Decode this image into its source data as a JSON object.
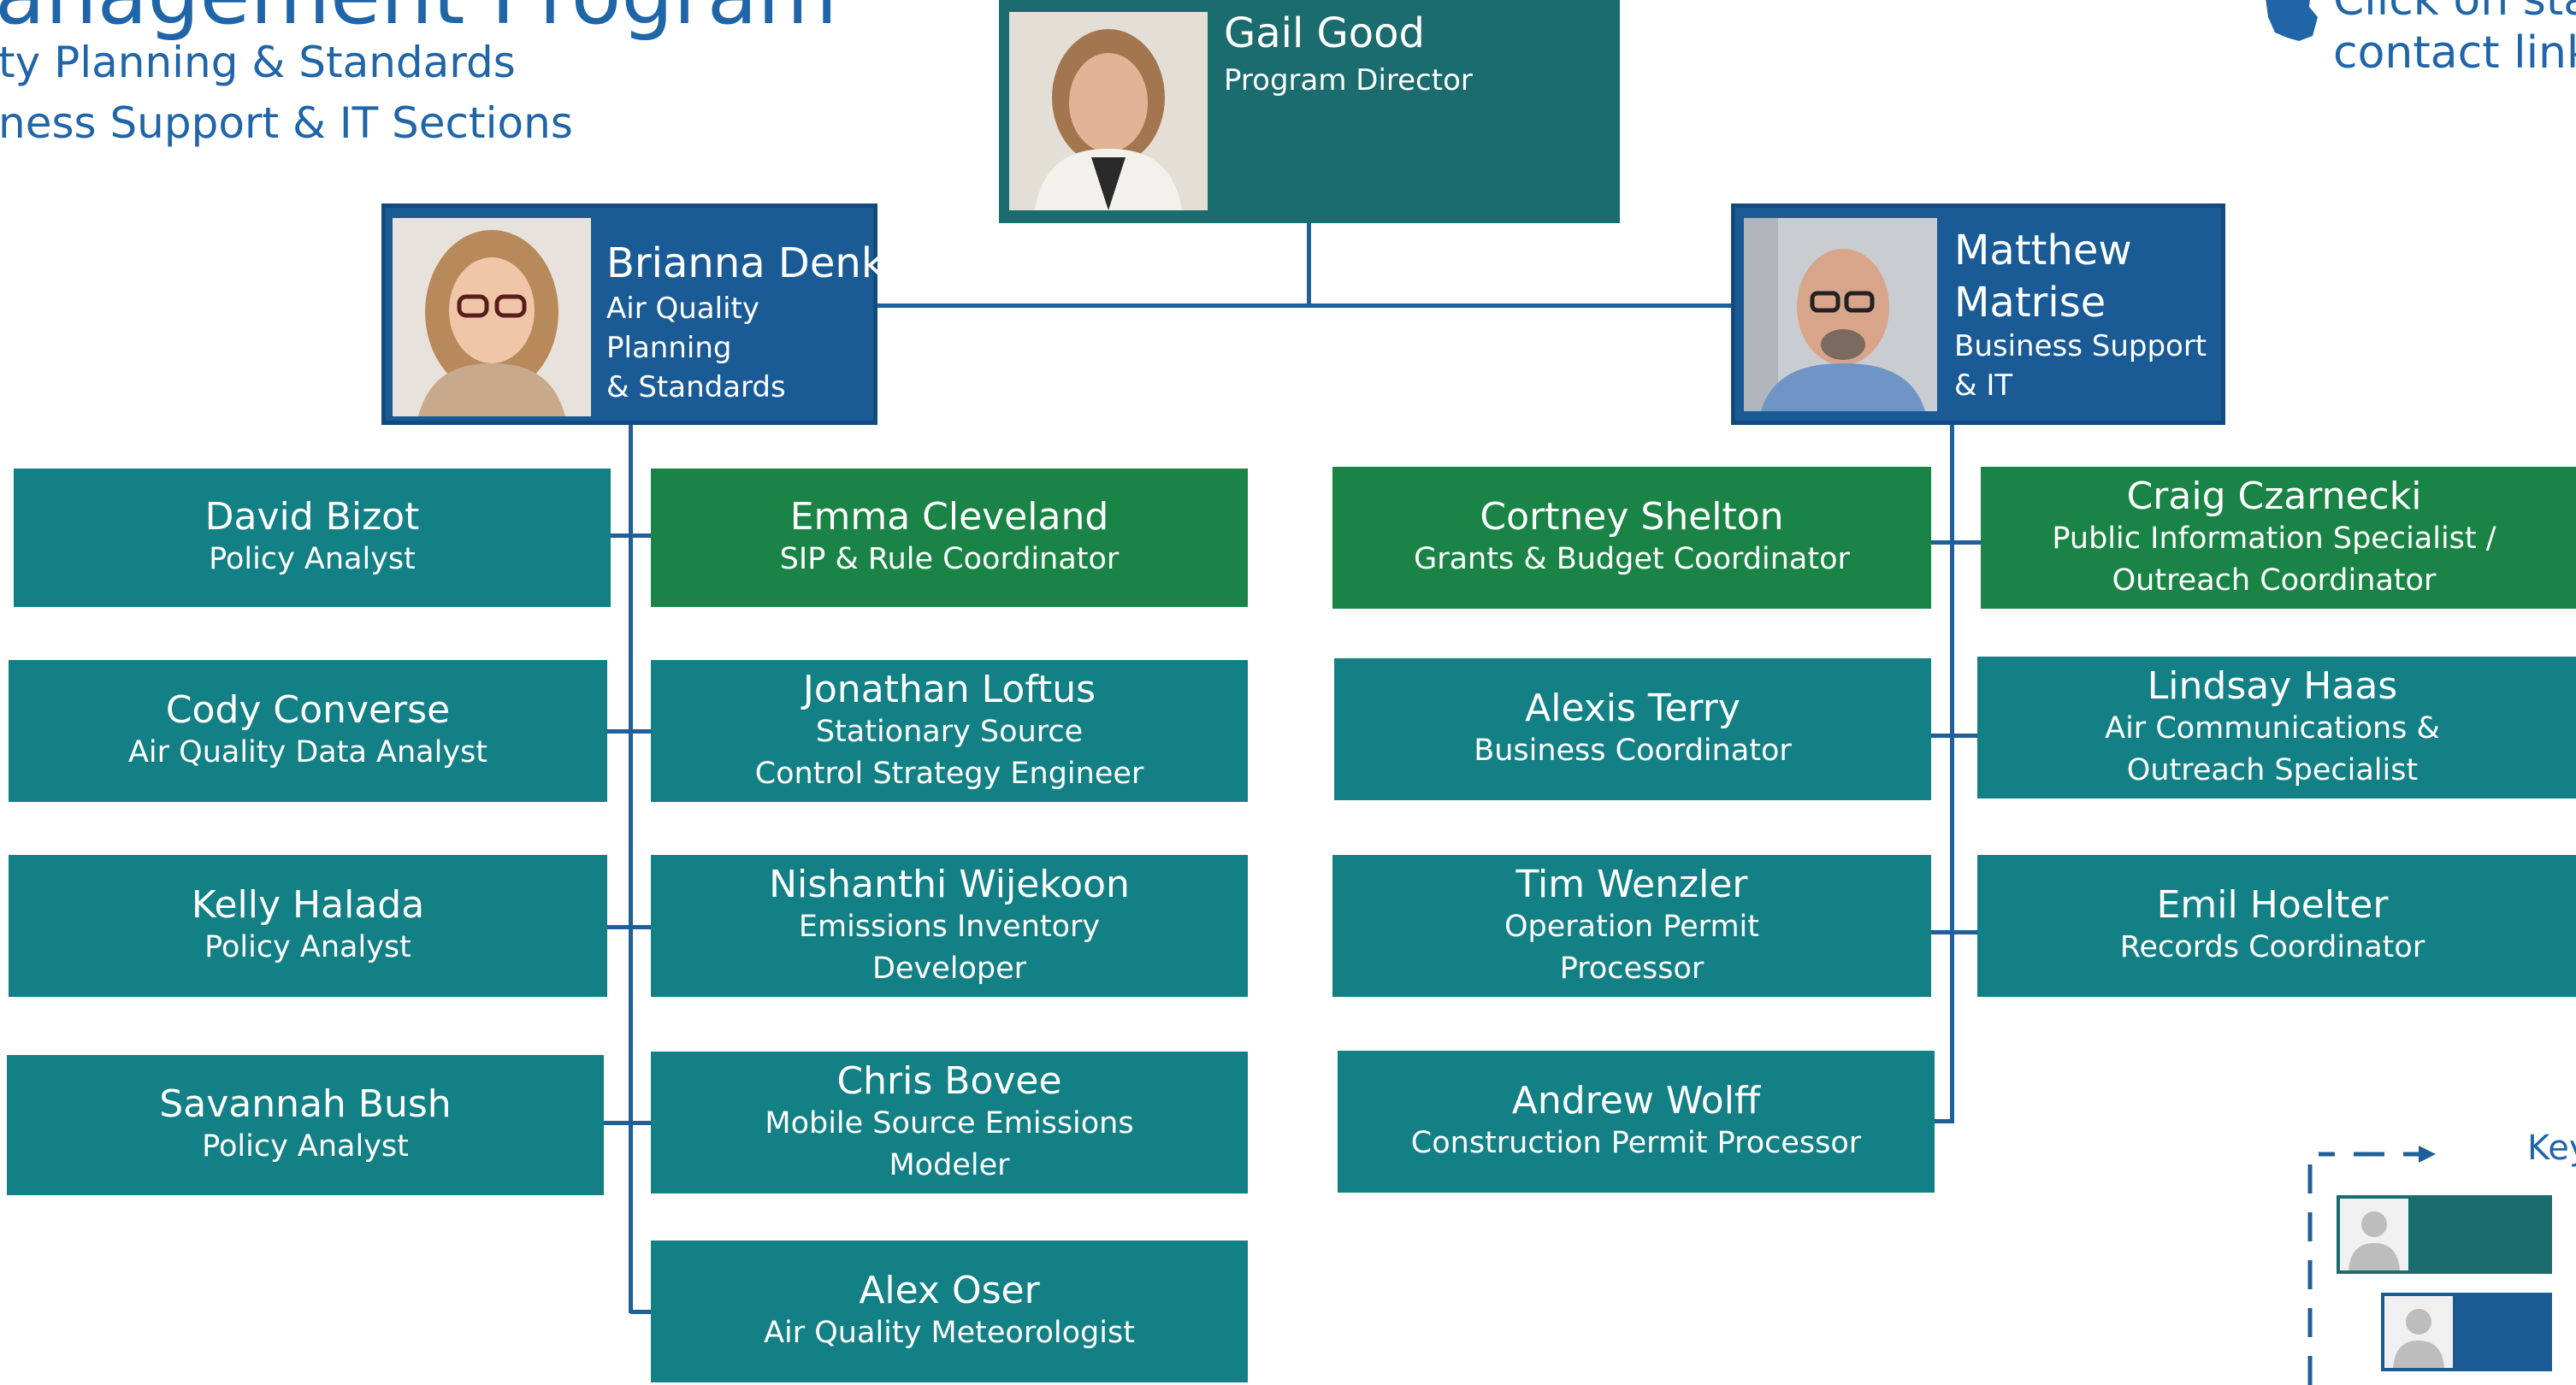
{
  "header": {
    "title_fragment": "anagement Program",
    "line1": "ty Planning & Standards",
    "line2": "ness Support & IT Sections",
    "note_line1": "Click on sta",
    "note_line2": "contact link"
  },
  "director": {
    "name": "Gail Good",
    "role": "Program Director"
  },
  "leads": {
    "left": {
      "name": "Brianna Denk",
      "role": "Air Quality Planning\n& Standards"
    },
    "right": {
      "name": "Matthew\nMatrise",
      "role": "Business Support\n& IT"
    }
  },
  "staff": {
    "bizot": {
      "name": "David Bizot",
      "role": "Policy Analyst"
    },
    "converse": {
      "name": "Cody Converse",
      "role": "Air Quality Data Analyst"
    },
    "halada": {
      "name": "Kelly Halada",
      "role": "Policy Analyst"
    },
    "bush": {
      "name": "Savannah Bush",
      "role": "Policy Analyst"
    },
    "cleveland": {
      "name": "Emma Cleveland",
      "role": "SIP & Rule Coordinator"
    },
    "loftus": {
      "name": "Jonathan Loftus",
      "role": "Stationary Source\nControl Strategy Engineer"
    },
    "wijekoon": {
      "name": "Nishanthi Wijekoon",
      "role": "Emissions Inventory\nDeveloper"
    },
    "bovee": {
      "name": "Chris Bovee",
      "role": "Mobile Source Emissions\nModeler"
    },
    "oser": {
      "name": "Alex Oser",
      "role": "Air Quality Meteorologist"
    },
    "shelton": {
      "name": "Cortney Shelton",
      "role": "Grants & Budget Coordinator"
    },
    "terry": {
      "name": "Alexis Terry",
      "role": "Business Coordinator"
    },
    "wenzler": {
      "name": "Tim Wenzler",
      "role": "Operation Permit\nProcessor"
    },
    "wolff": {
      "name": "Andrew Wolff",
      "role": "Construction Permit Processor"
    },
    "czarnecki": {
      "name": "Craig Czarnecki",
      "role": "Public Information Specialist /\nOutreach Coordinator"
    },
    "haas": {
      "name": "Lindsay Haas",
      "role": "Air Communications &\nOutreach Specialist"
    },
    "hoelter": {
      "name": "Emil Hoelter",
      "role": "Records Coordinator"
    }
  },
  "key": {
    "label": "Key"
  },
  "colors": {
    "teal": "#138086",
    "green": "#1a8446",
    "director_teal": "#1b6c6e",
    "lead_blue": "#1a5b96",
    "header_blue": "#1f65a8"
  }
}
